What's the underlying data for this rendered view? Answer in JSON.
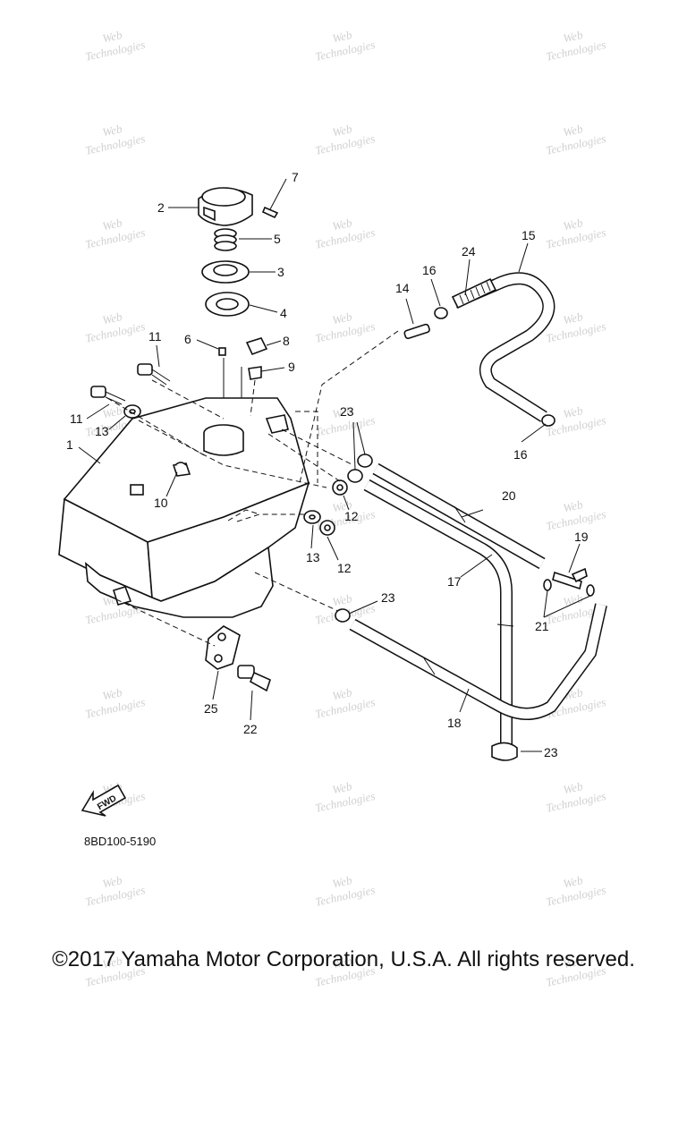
{
  "diagram": {
    "part_code": "8BD100-5190",
    "fwd_label": "FWD",
    "watermark_lines": [
      "Web",
      "Technologies"
    ],
    "callouts": [
      "1",
      "2",
      "3",
      "4",
      "5",
      "6",
      "7",
      "8",
      "9",
      "10",
      "11",
      "11",
      "12",
      "12",
      "13",
      "13",
      "14",
      "15",
      "16",
      "16",
      "17",
      "18",
      "19",
      "20",
      "21",
      "22",
      "23",
      "23",
      "23",
      "23",
      "24",
      "25"
    ]
  },
  "footer": {
    "copyright": "©2017 Yamaha Motor Corporation, U.S.A. All rights reserved."
  }
}
